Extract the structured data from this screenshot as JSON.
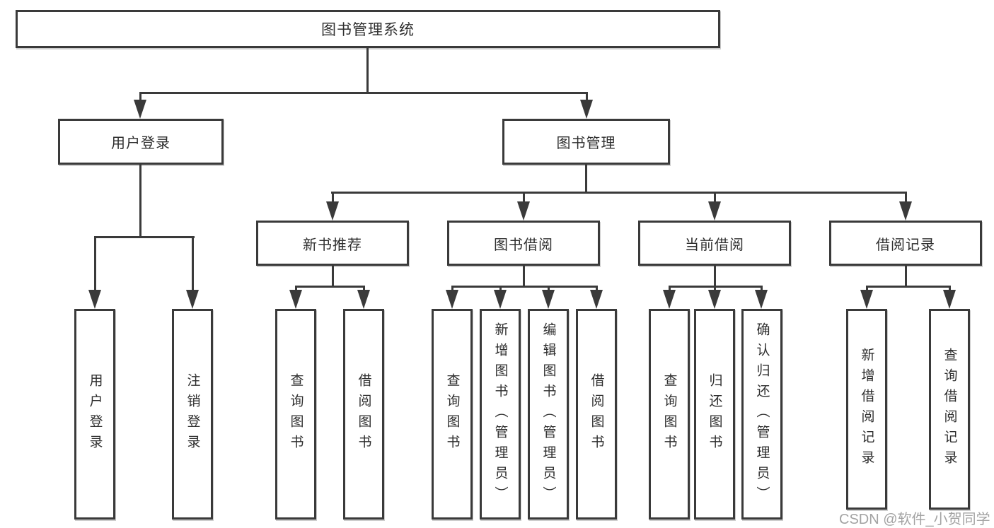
{
  "colors": {
    "line": "#3a3a3a",
    "box_border": "#3a3a3a",
    "box_fill": "#ffffff",
    "text": "#2e2e2e",
    "watermark_text": "#a3a3a3",
    "background": "#ffffff"
  },
  "watermark": "CSDN @软件_小贺同学",
  "tree": {
    "label": "图书管理系统",
    "children": [
      {
        "label": "用户登录",
        "children": [
          {
            "label": "用户登录"
          },
          {
            "label": "注销登录"
          }
        ]
      },
      {
        "label": "图书管理",
        "children": [
          {
            "label": "新书推荐",
            "children": [
              {
                "label": "查询图书"
              },
              {
                "label": "借阅图书"
              }
            ]
          },
          {
            "label": "图书借阅",
            "children": [
              {
                "label": "查询图书"
              },
              {
                "label": "新增图书（管理员）"
              },
              {
                "label": "编辑图书（管理员）"
              },
              {
                "label": "借阅图书"
              }
            ]
          },
          {
            "label": "当前借阅",
            "children": [
              {
                "label": "查询图书"
              },
              {
                "label": "归还图书"
              },
              {
                "label": "确认归还（管理员）"
              }
            ]
          },
          {
            "label": "借阅记录",
            "children": [
              {
                "label": "新增借阅记录"
              },
              {
                "label": "查询借阅记录"
              }
            ]
          }
        ]
      }
    ]
  }
}
